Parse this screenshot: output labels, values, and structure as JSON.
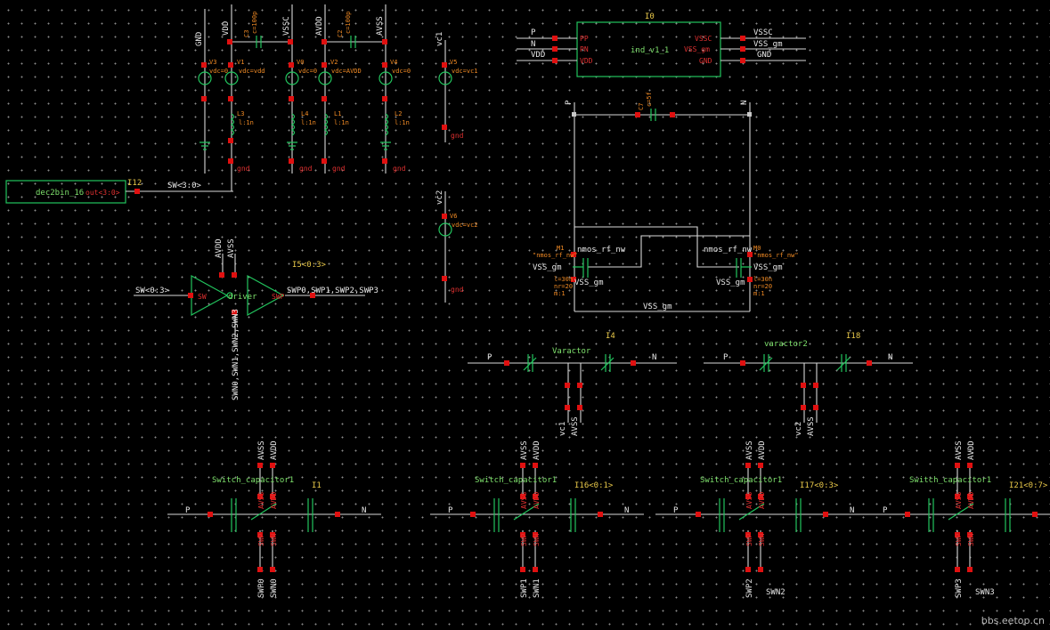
{
  "colors": {
    "background": "#000000",
    "wire": "#d8d8d8",
    "symbol": "#22c55e",
    "pin": "#e01010",
    "instance_label": "#e8c84a",
    "param": "#f08a24"
  },
  "supplies": {
    "nets": [
      "GND",
      "VDD",
      "VSSC",
      "AVDD",
      "AVSS",
      "vc1",
      "vc2"
    ],
    "caps": [
      {
        "name": "C3",
        "value": "c=100p"
      },
      {
        "name": "C2",
        "value": "c=100p"
      }
    ],
    "sources": [
      {
        "name": "V3",
        "param": "vdc=0"
      },
      {
        "name": "V1",
        "param": "vdc=vdd"
      },
      {
        "name": "V0",
        "param": "vdc=0"
      },
      {
        "name": "V2",
        "param": "vdc=AVDD"
      },
      {
        "name": "V4",
        "param": "vdc=0"
      },
      {
        "name": "V5",
        "param": "vdc=vc1"
      },
      {
        "name": "V6",
        "param": "vdc=vc2"
      }
    ],
    "inductors": [
      {
        "name": "L3",
        "value": "l:1n"
      },
      {
        "name": "L4",
        "value": "l:1n"
      },
      {
        "name": "L1",
        "value": "l:1n"
      },
      {
        "name": "L2",
        "value": "l:1n"
      }
    ],
    "gnd_label": "gnd"
  },
  "decoder": {
    "name": "dec2bin_16",
    "pin": "out<3:0>",
    "instance": "I12",
    "net": "SW<3:0>"
  },
  "driver": {
    "supplies": [
      "AVDD",
      "AVSS"
    ],
    "instance": "I5<0:3>",
    "symbol": "driver",
    "input_net": "SW<0:3>",
    "in_pin": "SW",
    "out_pin": "SWP",
    "output_net": "SWP0,SWP1,SWP2,SWP3",
    "bottom_net": "SWN0,SWN1,SWN2,SWN3"
  },
  "ind": {
    "instance": "I0",
    "cell": "ind_v1_1",
    "left_nets": [
      "P",
      "N",
      "VDD"
    ],
    "left_pins": [
      "PP",
      "PN",
      "VDD"
    ],
    "right_pins": [
      "VSSC",
      "VSS_gm",
      "GND"
    ],
    "right_nets": [
      "VSSC",
      "VSS_gm",
      "GND"
    ]
  },
  "cross_pair": {
    "nets": [
      "P",
      "N"
    ],
    "cap": {
      "name": "C7",
      "value": "c=5f"
    },
    "m1": {
      "inst": "M1",
      "model": "\"nmos_rf_nw\"",
      "cell": "nmos_rf_nw",
      "params": [
        "l=30n",
        "nr=20",
        "m:1"
      ]
    },
    "m0": {
      "inst": "M0",
      "model": "\"nmos_rf_nw\"",
      "cell": "nmos_rf_nw",
      "params": [
        "l=30n",
        "nr=20",
        "m:1"
      ]
    },
    "tail": "VSS_gm",
    "body": "VSS_gm"
  },
  "varactors": [
    {
      "cell": "Varactor",
      "instance": "I4",
      "left": "P",
      "right": "N",
      "vc": "vc1",
      "avss": "AVSS"
    },
    {
      "cell": "varactor2",
      "instance": "I18",
      "left": "P",
      "right": "N",
      "vc": "vc2",
      "avss": "AVSS"
    }
  ],
  "switch_caps": [
    {
      "cell": "Switch_capacitor1",
      "instance": "I1",
      "left": "P",
      "right": "N",
      "swp": "SWP0",
      "swn": "SWN0"
    },
    {
      "cell": "Switch_capacitor1",
      "instance": "I16<0:1>",
      "left": "P",
      "right": "N",
      "swp": "SWP1",
      "swn": "SWN1"
    },
    {
      "cell": "Switch_capacitor1",
      "instance": "I17<0:3>",
      "left": "P",
      "right": "N",
      "swp": "SWP2",
      "swn": "SWN2"
    },
    {
      "cell": "Switch_capacitor1",
      "instance": "I21<0:7>",
      "left": "P",
      "right": "N",
      "swp": "SWP3",
      "swn": "SWN3"
    }
  ],
  "switch_pins": {
    "avss": "AVSS",
    "avdd": "AVDD",
    "swp": "SWP",
    "swn": "SWN"
  },
  "watermark": "bbs.eetop.cn"
}
